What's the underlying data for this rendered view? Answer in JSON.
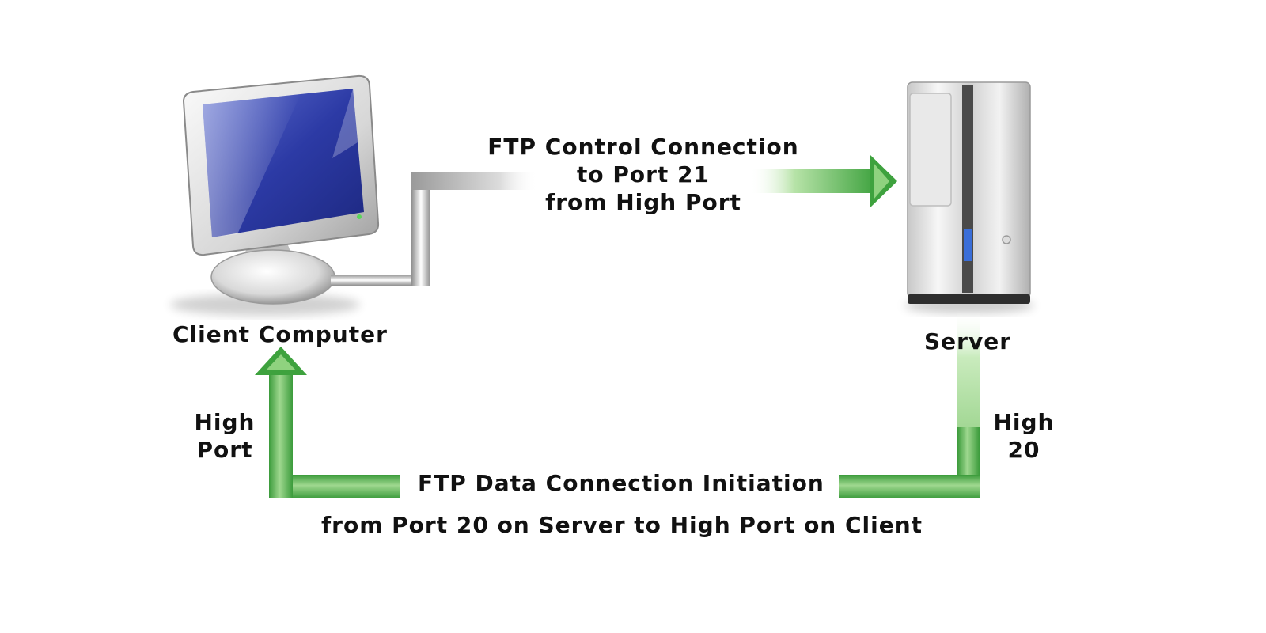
{
  "labels": {
    "client": "Client Computer",
    "server": "Server",
    "control_line1": "FTP Control Connection",
    "control_line2": "to Port 21",
    "control_line3": "from High Port",
    "high_port_line1": "High",
    "high_port_line2": "Port",
    "high_20_line1": "High",
    "high_20_line2": "20",
    "data_line1": "FTP Data Connection Initiation",
    "data_line2": "from Port 20 on Server to High Port on Client"
  },
  "icons": {
    "client": "desktop-computer-icon",
    "server": "tower-server-icon"
  },
  "colors": {
    "arrow_green": "#3fa63f",
    "arrow_light": "#a6dd96",
    "screen_blue": "#2f3fa8"
  }
}
